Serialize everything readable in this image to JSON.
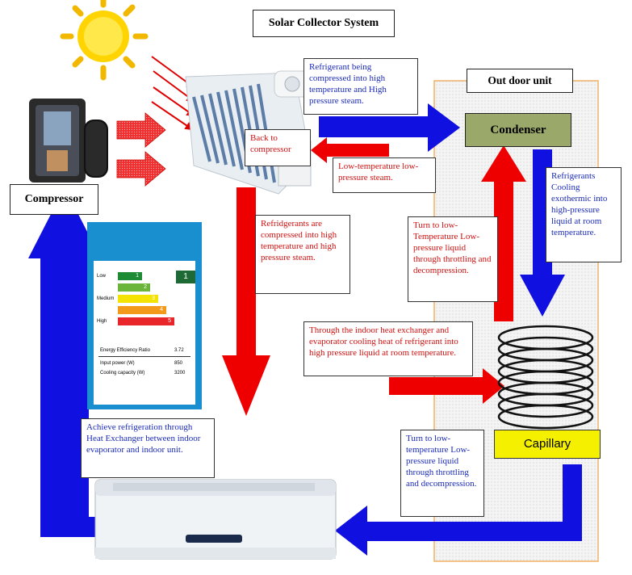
{
  "title": "Solar Collector System",
  "outdoor_unit": "Out door unit",
  "condenser": "Condenser",
  "capillary": "Capillary",
  "compressor": "Compressor",
  "notes": {
    "refrigerant_compressed": "Refrigerant being compressed into high temperature and High pressure steam.",
    "back_to_compressor": "Back to compressor",
    "low_temp_steam": "Low-temperature low-pressure steam.",
    "refrigerants_cooling": "Refrigerants Cooling exothermic into high-pressure liquid at room temperature.",
    "refridgerants_compressed": "Refridgerants are compressed into high temperature and high pressure steam.",
    "turn_low_temp_1": "Turn to low-Temperature Low-pressure liquid through throttling and decompression.",
    "indoor_heat_exchanger": "Through the indoor heat exchanger and evaporator cooling heat of refrigerant into high pressure liquid at room temperature.",
    "achieve_refrigeration": "Achieve refrigeration through Heat Exchanger between indoor evaporator and indoor unit.",
    "turn_low_temp_2": "Turn to low-temperature Low-pressure liquid through throttling and decompression."
  },
  "energy_label": {
    "ratings": [
      "1",
      "2",
      "3",
      "4",
      "5"
    ],
    "low": "Low",
    "medium": "Medium",
    "high": "High",
    "badge": "1",
    "ratio_label": "Energy Efficiency Ratio",
    "ratio_value": "3.72",
    "input_power_label": "Input power (W)",
    "input_power_value": "850",
    "cooling_capacity_label": "Cooling capacity (W)",
    "cooling_capacity_value": "3200"
  },
  "colors": {
    "blue_arrow": "#1010e0",
    "red_arrow": "#ee0000",
    "capillary_fill": "#f5f000",
    "condenser_fill": "#9aa86a",
    "label_bg": "#1a8fd0"
  }
}
